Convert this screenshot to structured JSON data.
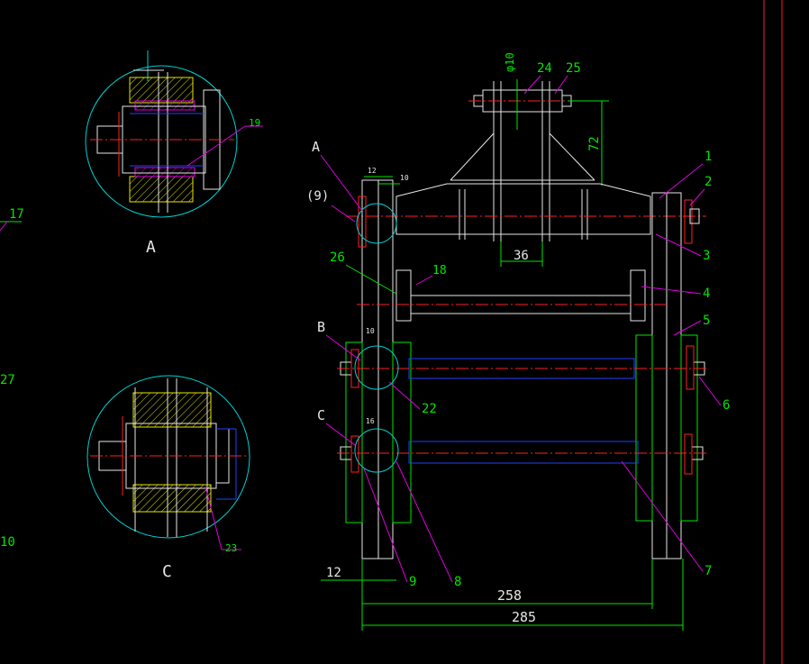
{
  "colors": {
    "background": "#000000",
    "outline": "#e6e6e6",
    "leader": "#e000e0",
    "dimension": "#00e600",
    "centerline": "#ff2020",
    "hidden": "#2040ff",
    "detail_circle": "#00d0d0",
    "hatch": "#e6e600"
  },
  "details": {
    "A": {
      "label": "A",
      "callout": "19"
    },
    "C": {
      "label": "C",
      "callout": "23"
    }
  },
  "margin_labels": {
    "l17": "17",
    "l27": "27",
    "l10": "10"
  },
  "top": {
    "dia_label": "φ10",
    "p24": "24",
    "p25": "25",
    "dim72": "72",
    "dim36": "36"
  },
  "callouts": {
    "A": "A",
    "nine_paren": "(9)",
    "B": "B",
    "C": "C",
    "p1": "1",
    "p2": "2",
    "p3": "3",
    "p4": "4",
    "p5": "5",
    "p6": "6",
    "p7": "7",
    "p8": "8",
    "p9": "9",
    "p18": "18",
    "p22": "22",
    "p26": "26",
    "small12": "12",
    "small10": "10",
    "small10b": "10",
    "small16": "16"
  },
  "bottom": {
    "dim12": "12",
    "dim258": "258",
    "dim285": "285"
  }
}
